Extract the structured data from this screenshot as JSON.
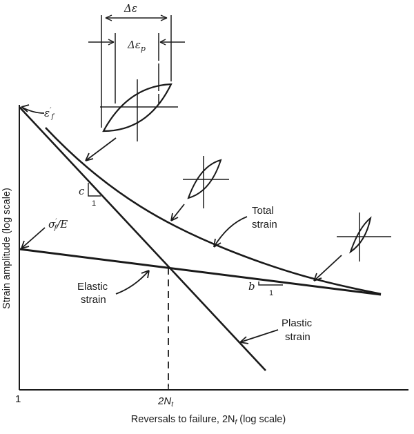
{
  "diagram": {
    "type": "strain-life curve",
    "axes": {
      "y_label": "Strain amplitude (log scale)",
      "x_label": "Reversals to failure, 2N",
      "x_label_sub": "f",
      "x_label_suffix": " (log scale)",
      "x_tick_start": "1",
      "x_tick_transition": "2N",
      "x_tick_transition_sub": "t"
    },
    "intercepts": {
      "ductility_coefficient": "ε",
      "ductility_sup": "′",
      "ductility_sub": "f",
      "strength_coefficient": "σ",
      "strength_sup": "′",
      "strength_sub": "f",
      "strength_suffix": "/E"
    },
    "curves": {
      "total_line1": "Total",
      "total_line2": "strain",
      "elastic_line1": "Elastic",
      "elastic_line2": "strain",
      "plastic_line1": "Plastic",
      "plastic_line2": "strain"
    },
    "slopes": {
      "plastic_exponent": "c",
      "elastic_exponent": "b",
      "run": "1"
    },
    "hysteresis": {
      "total_range": "Δε",
      "plastic_range": "Δε",
      "plastic_range_sub": "p"
    }
  }
}
